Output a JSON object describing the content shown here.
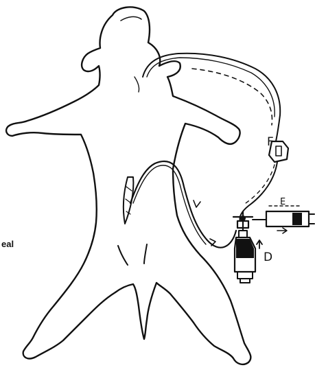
{
  "labels": {
    "cut_off_word": "eal",
    "bag": "F",
    "syringe": "E",
    "bottle": "D"
  },
  "icons": {
    "animal": "dog-outline-icon",
    "bag": "collection-bag-icon",
    "syringe": "syringe-icon",
    "bottle": "reservoir-bottle-icon",
    "valve": "stopcock-icon"
  },
  "colors": {
    "ink": "#111111",
    "background": "#ffffff"
  }
}
